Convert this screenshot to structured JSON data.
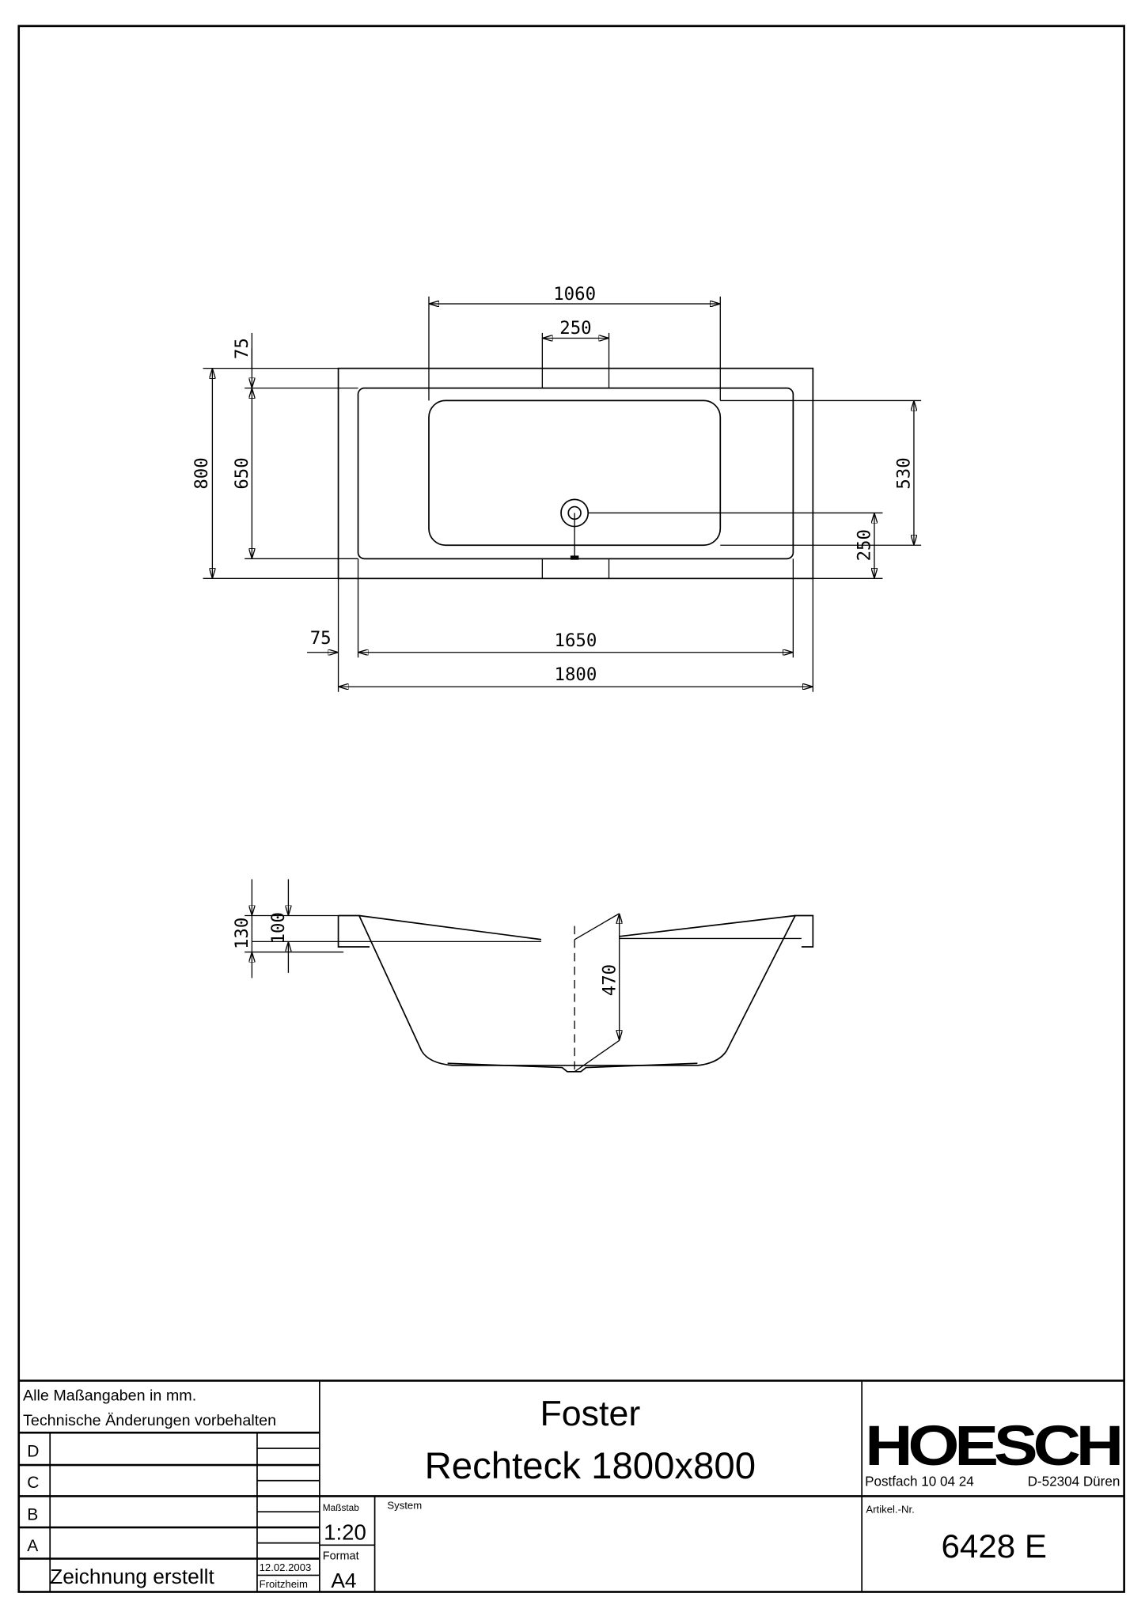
{
  "top_view": {
    "dims": {
      "basin_length": "1060",
      "drain_width": "250",
      "rim_top": "75",
      "overall_width": "800",
      "inner_width": "650",
      "basin_width": "530",
      "drain_offset": "250",
      "rim_left": "75",
      "inner_length": "1650",
      "overall_length": "1800"
    }
  },
  "side_view": {
    "dims": {
      "rim_height": "130",
      "rim_inner": "100",
      "depth": "470"
    }
  },
  "title_block": {
    "note1": "Alle Maßangaben in mm.",
    "note2": "Technische Änderungen vorbehalten",
    "revisions": [
      "D",
      "C",
      "B",
      "A"
    ],
    "created_label": "Zeichnung erstellt",
    "created_date": "12.02.2003",
    "created_by": "Froitzheim",
    "scale_label": "Maßstab",
    "scale": "1:20",
    "format_label": "Format",
    "format": "A4",
    "system_label": "System",
    "title": "Foster",
    "subtitle": "Rechteck 1800x800",
    "brand": "HOESCH",
    "address1": "Postfach 10 04 24",
    "address2": "D-52304 Düren",
    "article_label": "Artikel.-Nr.",
    "article": "6428 E"
  }
}
